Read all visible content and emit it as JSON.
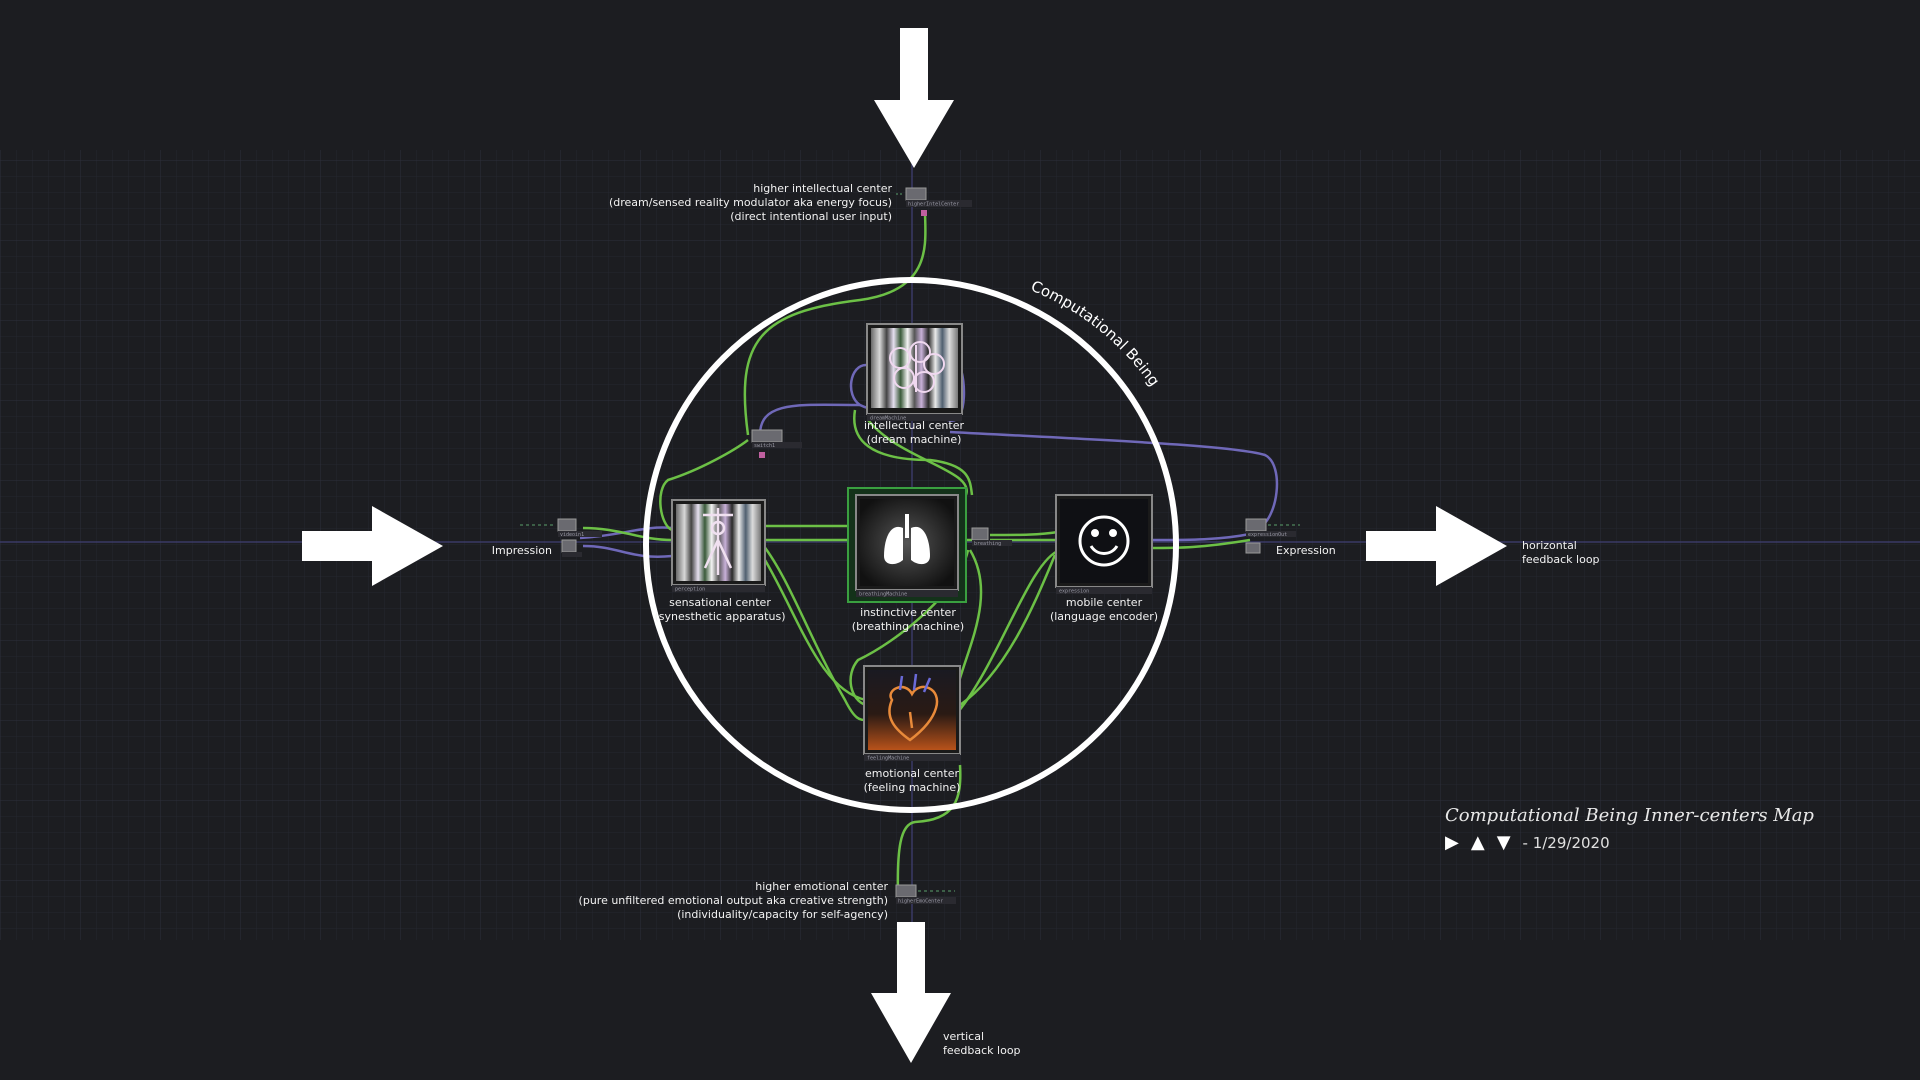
{
  "colors": {
    "background": "#1c1d21",
    "grid": "#2a2c38",
    "wire_green": "#6cc046",
    "wire_purple": "#6f68b8",
    "white": "#ffffff"
  },
  "diagram": {
    "circle_label": "Computational Being",
    "higher_intellectual": {
      "line1": "higher intellectual center",
      "line2": "(dream/sensed reality modulator aka energy focus)",
      "line3": "(direct intentional user input)",
      "op": "higherIntelCenter"
    },
    "higher_emotional": {
      "line1": "higher emotional center",
      "line2": "(pure unfiltered emotional output aka creative strength)",
      "line3": "(individuality/capacity for self-agency)",
      "op": "higherEmoCenter"
    },
    "intellectual": {
      "line1": "intellectual center",
      "line2": "(dream machine)",
      "op": "dreamMachine",
      "icon": "brain-icon"
    },
    "sensational": {
      "line1": "sensational center",
      "line2": "(synesthetic apparatus)",
      "op": "perception",
      "icon": "body-icon"
    },
    "instinctive": {
      "line1": "instinctive center",
      "line2": "(breathing machine)",
      "op": "breathingMachine",
      "icon": "lungs-icon"
    },
    "mobile": {
      "line1": "mobile center",
      "line2": "(language encoder)",
      "op": "expression",
      "icon": "smiley-icon"
    },
    "emotional": {
      "line1": "emotional center",
      "line2": "(feeling machine)",
      "op": "feelingMachine",
      "icon": "heart-icon"
    },
    "impression": "Impression",
    "expression": "Expression",
    "horizontal_loop": {
      "line1": "horizontal",
      "line2": "feedback loop"
    },
    "vertical_loop": {
      "line1": "vertical",
      "line2": "feedback loop"
    },
    "small_ops": {
      "in": "videoin1",
      "out": "expressionOut",
      "null1": "switch1",
      "breathing": "breathing"
    }
  },
  "caption": {
    "title": "Computational Being Inner-centers Map",
    "icons": [
      "play-icon",
      "triangle-up-icon",
      "triangle-down-icon"
    ],
    "date": "- 1/29/2020"
  }
}
